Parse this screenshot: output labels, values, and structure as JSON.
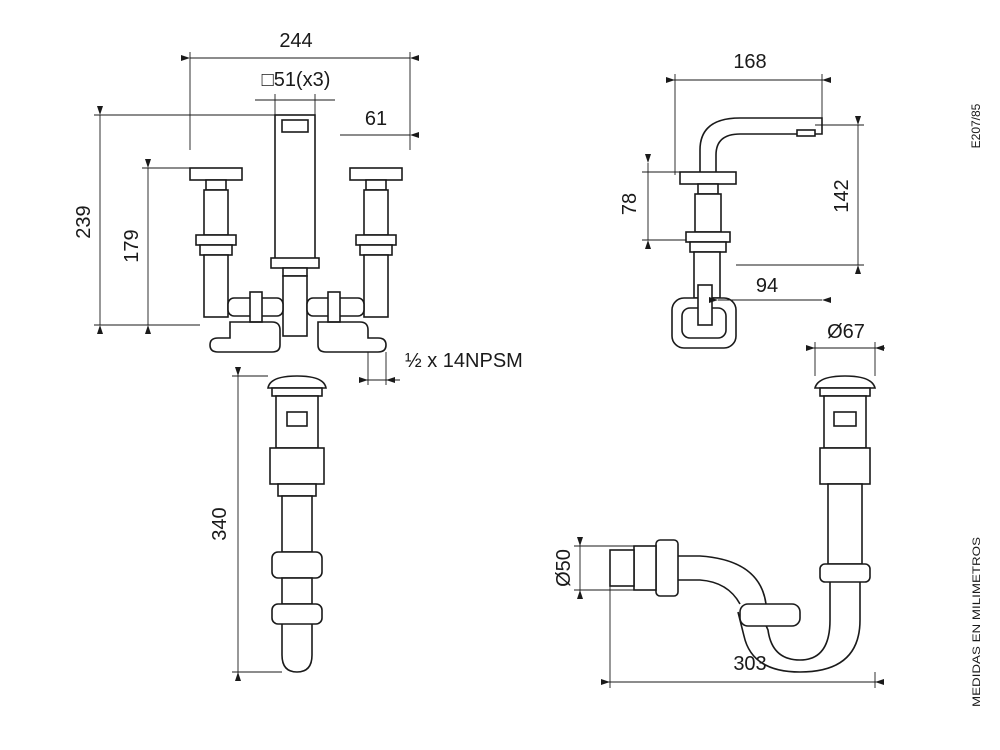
{
  "sheet": {
    "code": "E207/85",
    "units_note": "MEDIDAS EN MILIMETROS"
  },
  "front_view": {
    "width_total": "244",
    "spout_square": "□51(x3)",
    "handle_offset": "61",
    "height_total": "239",
    "height_handle": "179",
    "thread": "½ x 14NPSM"
  },
  "side_view": {
    "reach": "168",
    "spout_height": "142",
    "handle_height": "78",
    "depth": "94"
  },
  "drain_front": {
    "length": "340"
  },
  "drain_side": {
    "cap_diameter": "Ø67",
    "outlet_diameter": "Ø50",
    "trap_length": "303"
  }
}
